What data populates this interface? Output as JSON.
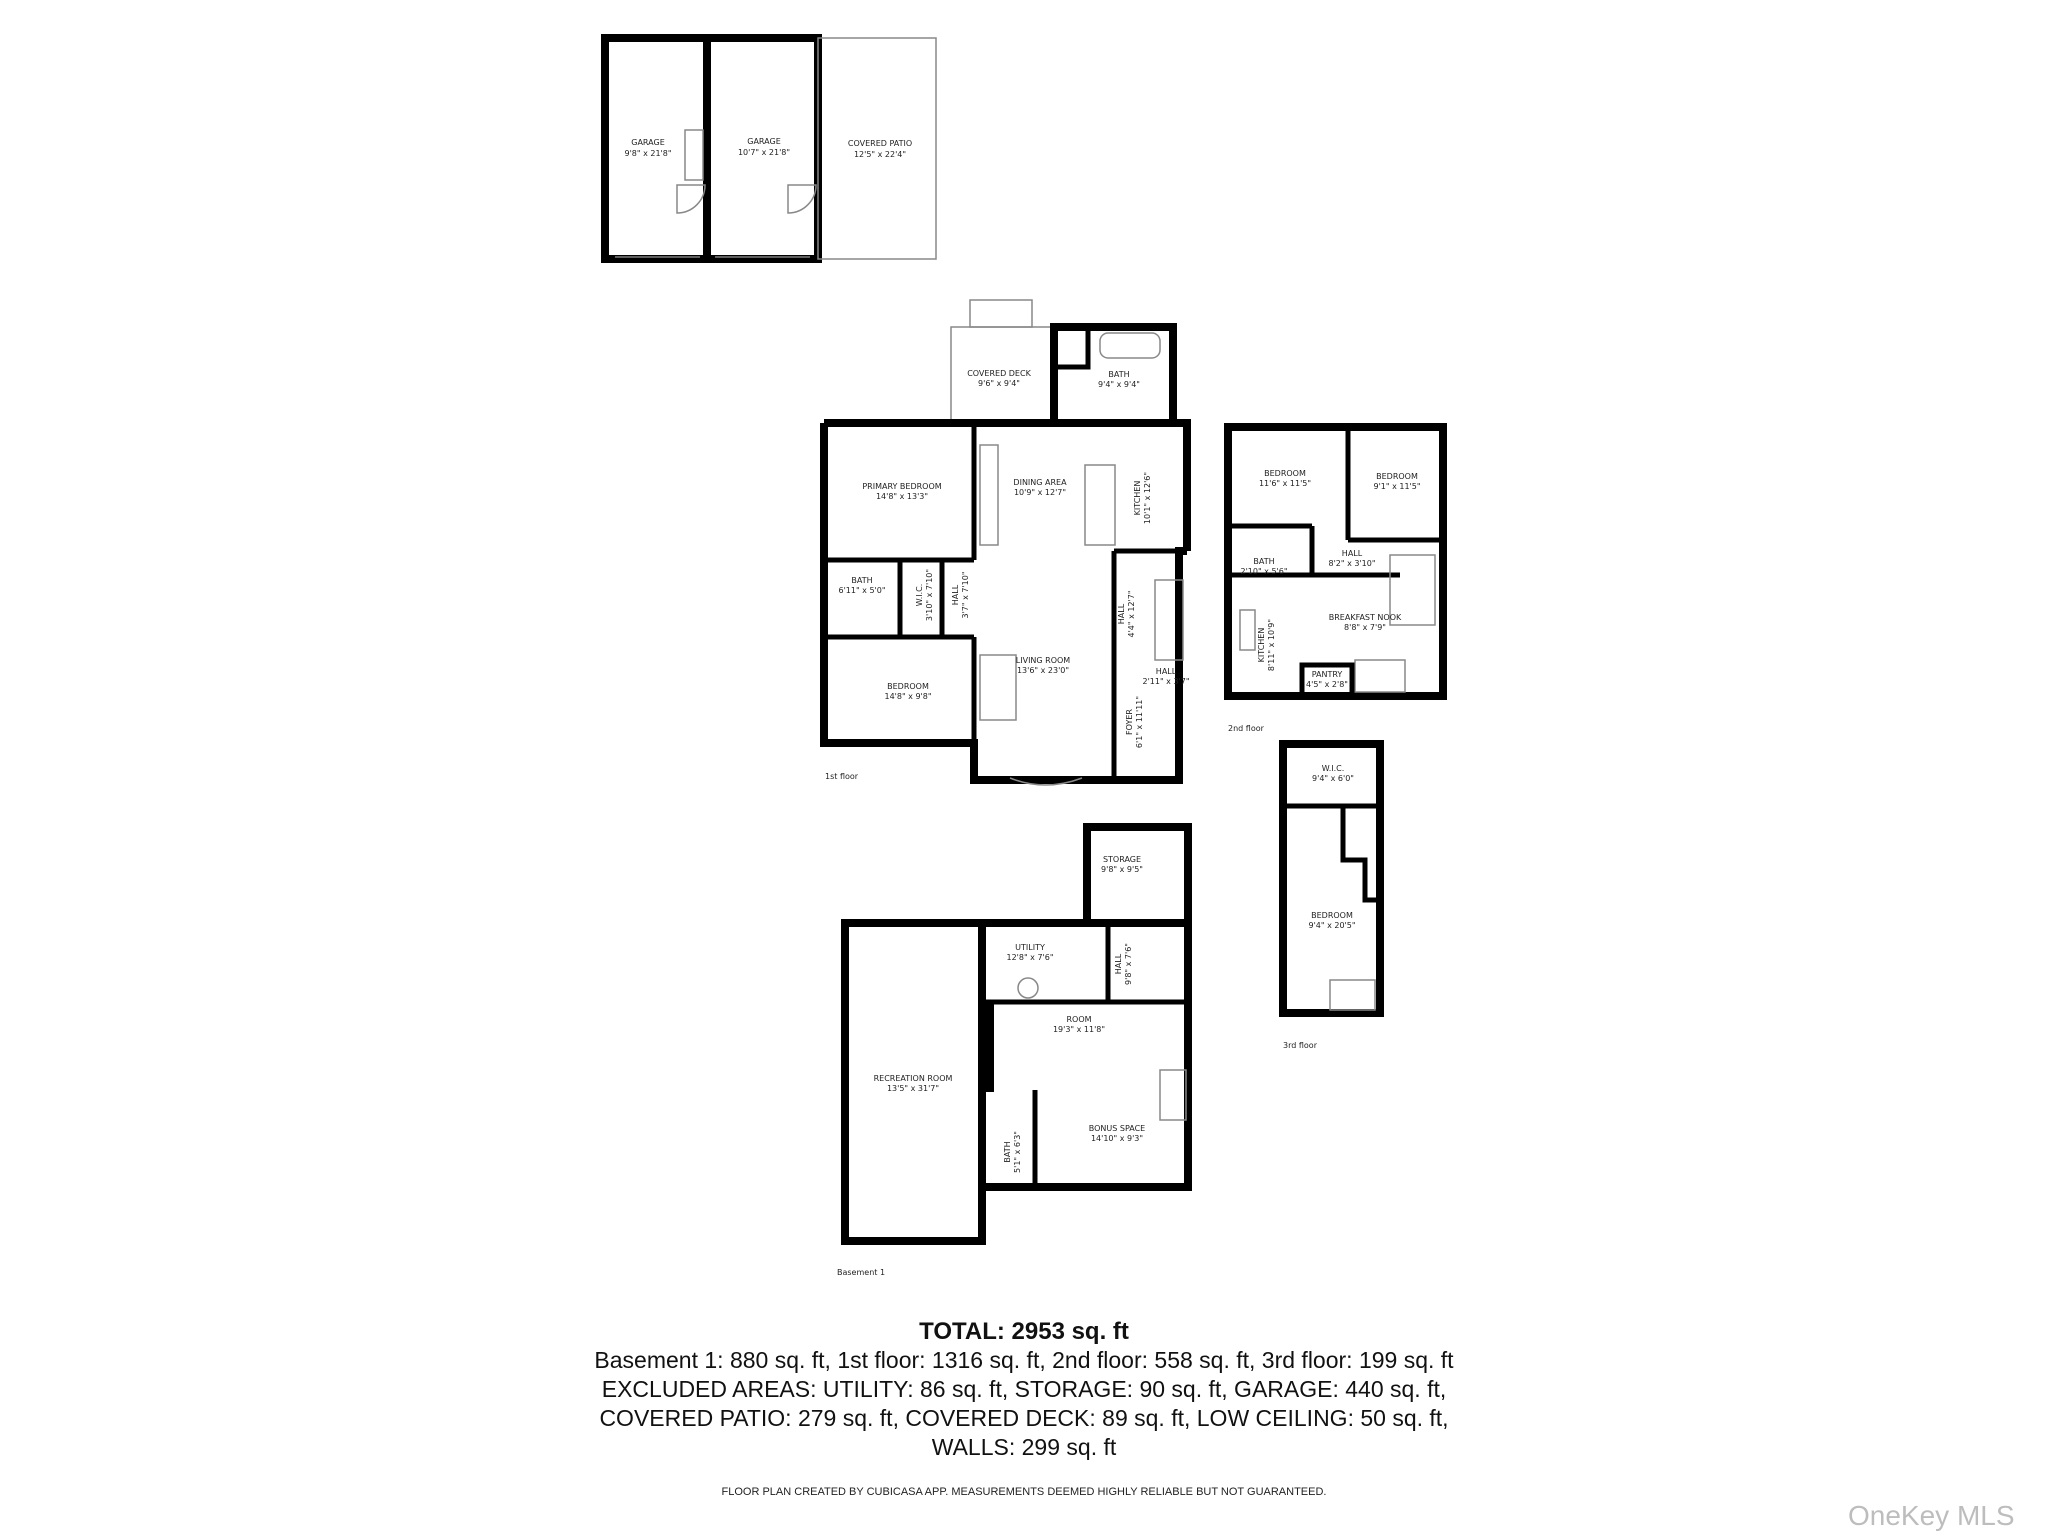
{
  "garage_building": {
    "rooms": [
      {
        "name": "GARAGE",
        "dims": "9'8\" x 21'8\""
      },
      {
        "name": "GARAGE",
        "dims": "10'7\" x 21'8\""
      },
      {
        "name": "COVERED PATIO",
        "dims": "12'5\" x 22'4\""
      }
    ]
  },
  "first_floor": {
    "label": "1st floor",
    "rooms": [
      {
        "name": "COVERED DECK",
        "dims": "9'6\" x 9'4\""
      },
      {
        "name": "BATH",
        "dims": "9'4\" x 9'4\""
      },
      {
        "name": "PRIMARY BEDROOM",
        "dims": "14'8\" x 13'3\""
      },
      {
        "name": "DINING AREA",
        "dims": "10'9\" x 12'7\""
      },
      {
        "name": "KITCHEN",
        "dims": "10'1\" x 12'6\""
      },
      {
        "name": "BATH",
        "dims": "6'11\" x 5'0\""
      },
      {
        "name": "W.I.C.",
        "dims": "3'10\" x 7'10\""
      },
      {
        "name": "HALL",
        "dims": "3'7\" x 7'10\""
      },
      {
        "name": "LIVING ROOM",
        "dims": "13'6\" x 23'0\""
      },
      {
        "name": "HALL",
        "dims": "4'4\" x 12'7\""
      },
      {
        "name": "HALL",
        "dims": "2'11\" x 3'7\""
      },
      {
        "name": "BEDROOM",
        "dims": "14'8\" x 9'8\""
      },
      {
        "name": "FOYER",
        "dims": "6'1\" x 11'11\""
      }
    ]
  },
  "second_floor": {
    "label": "2nd floor",
    "rooms": [
      {
        "name": "BEDROOM",
        "dims": "11'6\" x 11'5\""
      },
      {
        "name": "BEDROOM",
        "dims": "9'1\" x 11'5\""
      },
      {
        "name": "HALL",
        "dims": "8'2\" x 3'10\""
      },
      {
        "name": "BATH",
        "dims": "2'10\" x 5'6\""
      },
      {
        "name": "BREAKFAST NOOK",
        "dims": "8'8\" x 7'9\""
      },
      {
        "name": "KITCHEN",
        "dims": "8'11\" x 10'9\""
      },
      {
        "name": "PANTRY",
        "dims": "4'5\" x 2'8\""
      }
    ]
  },
  "third_floor": {
    "label": "3rd floor",
    "rooms": [
      {
        "name": "W.I.C.",
        "dims": "9'4\" x 6'0\""
      },
      {
        "name": "BEDROOM",
        "dims": "9'4\" x 20'5\""
      }
    ]
  },
  "basement": {
    "label": "Basement 1",
    "rooms": [
      {
        "name": "STORAGE",
        "dims": "9'8\" x 9'5\""
      },
      {
        "name": "UTILITY",
        "dims": "12'8\" x 7'6\""
      },
      {
        "name": "HALL",
        "dims": "9'8\" x 7'6\""
      },
      {
        "name": "ROOM",
        "dims": "19'3\" x 11'8\""
      },
      {
        "name": "RECREATION ROOM",
        "dims": "13'5\" x 31'7\""
      },
      {
        "name": "BONUS SPACE",
        "dims": "14'10\" x 9'3\""
      },
      {
        "name": "BATH",
        "dims": "5'1\" x 6'3\""
      }
    ]
  },
  "summary": {
    "total": "TOTAL: 2953 sq. ft",
    "lines": [
      "Basement 1: 880 sq. ft, 1st floor: 1316 sq. ft, 2nd floor: 558 sq. ft, 3rd floor: 199 sq. ft",
      "EXCLUDED AREAS: UTILITY: 86 sq. ft, STORAGE: 90 sq. ft, GARAGE: 440 sq. ft,",
      "COVERED PATIO: 279 sq. ft, COVERED DECK: 89 sq. ft, LOW CEILING: 50 sq. ft,",
      "WALLS: 299 sq. ft"
    ],
    "disclaimer": "FLOOR PLAN CREATED BY CUBICASA APP. MEASUREMENTS DEEMED HIGHLY RELIABLE BUT NOT GUARANTEED."
  },
  "watermark": "OneKey MLS"
}
